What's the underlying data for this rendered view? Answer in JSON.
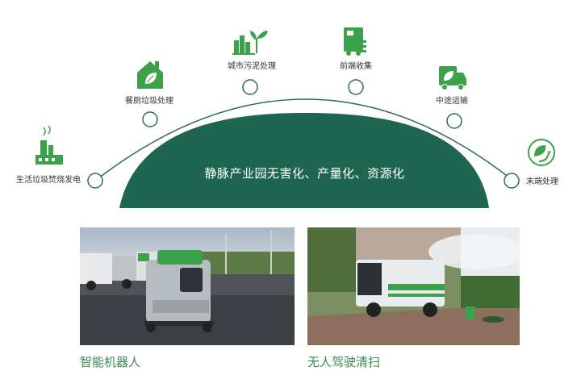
{
  "banner": {
    "text": "静脉产业园无害化、产量化、资源化"
  },
  "stages": [
    {
      "id": "incineration",
      "label": "生活垃圾焚烧发电",
      "icon": "factory-icon"
    },
    {
      "id": "kitchen",
      "label": "餐厨垃圾处理",
      "icon": "house-leaf-icon"
    },
    {
      "id": "sludge",
      "label": "城市污泥处理",
      "icon": "city-plant-icon"
    },
    {
      "id": "collect",
      "label": "前端收集",
      "icon": "bin-truck-icon"
    },
    {
      "id": "transport",
      "label": "中途运输",
      "icon": "truck-leaf-icon"
    },
    {
      "id": "final",
      "label": "末端处理",
      "icon": "recycle-globe-icon"
    }
  ],
  "photos": [
    {
      "caption": "智能机器人",
      "scene": "robot-sweeper-photo"
    },
    {
      "caption": "无人驾驶清扫",
      "scene": "autonomous-sweeper-photo"
    }
  ],
  "colors": {
    "brand_green": "#3da04a",
    "banner_green": "#1f6650",
    "arc_line": "#2b6e55",
    "caption_green": "#3a8b4b"
  }
}
